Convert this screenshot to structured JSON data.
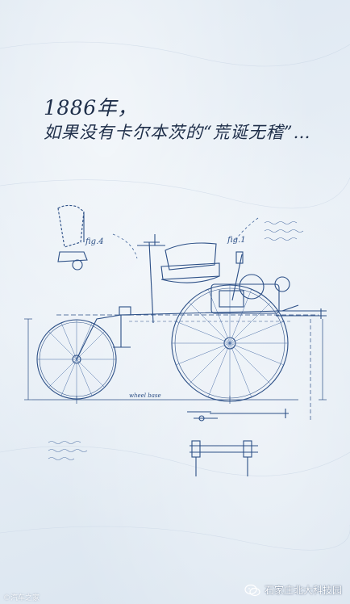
{
  "heading": {
    "line1": "1886年，",
    "line2": "如果没有卡尔本茨的“荒诞无稽”…"
  },
  "annotations": {
    "fig_left": "fig.4",
    "fig_right": "fig.1",
    "wheel_base": "wheel base"
  },
  "footer": {
    "watermark": "©汽车之家",
    "account": "石家庄北大科技园",
    "icon": "wechat-icon"
  },
  "colors": {
    "ink": "#2c4f86",
    "ink_light": "#6f8fbf",
    "heading": "#1f2f4a",
    "paper": "#dfe8f1"
  }
}
